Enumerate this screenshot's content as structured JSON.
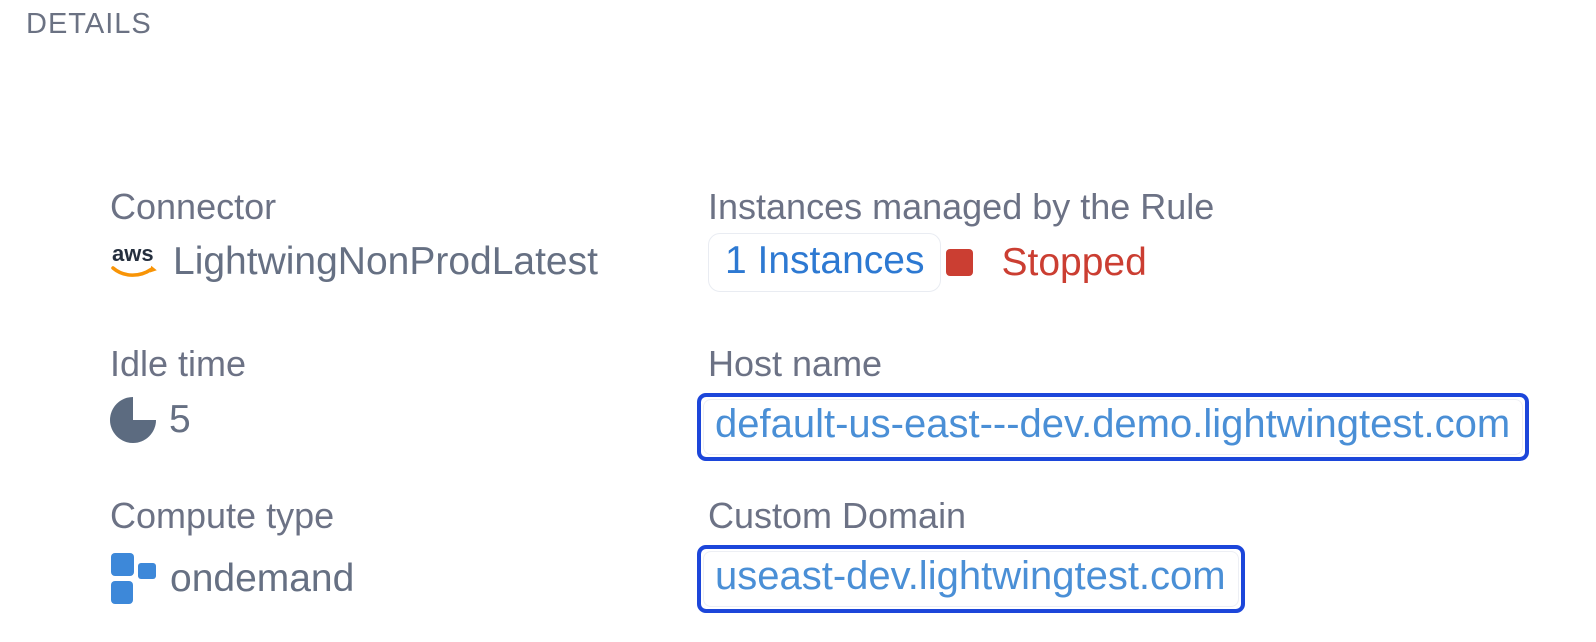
{
  "title": "DETAILS",
  "connector": {
    "label": "Connector",
    "value": "LightwingNonProdLatest",
    "icon": "aws-logo"
  },
  "instances": {
    "label": "Instances managed by the Rule",
    "count_link": "1 Instances",
    "status": "Stopped"
  },
  "idle_time": {
    "label": "Idle time",
    "value": "5",
    "icon": "pie-chart"
  },
  "host_name": {
    "label": "Host name",
    "url": "default-us-east---dev.demo.lightwingtest.com"
  },
  "compute_type": {
    "label": "Compute type",
    "value": "ondemand",
    "icon": "compute-squares"
  },
  "custom_domain": {
    "label": "Custom Domain",
    "url": "useast-dev.lightwingtest.com"
  },
  "colors": {
    "label_slate": "#6c7285",
    "value_slate": "#667083",
    "instances_link_blue": "#2d79d2",
    "url_link_blue": "#4a8fd6",
    "focus_border_blue": "#1c46da",
    "status_red": "#cb3e32",
    "aws_navy": "#252f3e",
    "aws_orange": "#f89406",
    "icon_slate": "#5c6b80",
    "compute_icon_blue": "#3d88d9"
  }
}
